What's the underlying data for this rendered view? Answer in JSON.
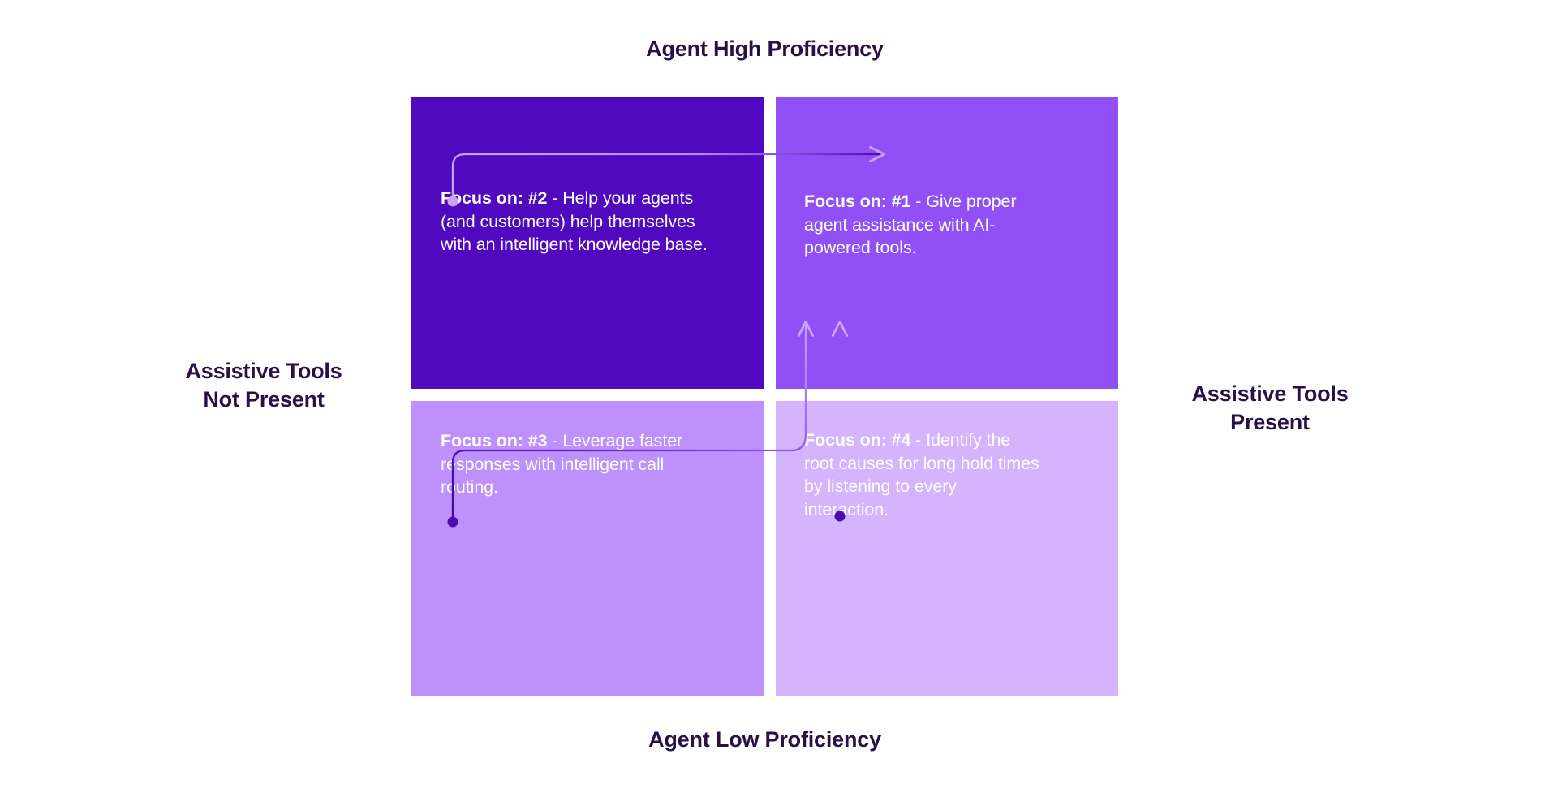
{
  "axes": {
    "top_label": "Agent High Proficiency",
    "bottom_label": "Agent Low Proficiency",
    "left_label": "Assistive Tools\nNot Present",
    "right_label": "Assistive Tools\nPresent"
  },
  "colors": {
    "quadrant_top_left": "#5009BF",
    "quadrant_top_right": "#9050F5",
    "quadrant_bottom_left": "#BE90FB",
    "quadrant_bottom_right": "#D3B4FD",
    "label_text": "#2A1046",
    "quadrant_text": "#FFFFFF",
    "background": "#FFFFFF",
    "arrow_light": "#C9A4FC",
    "arrow_dark": "#4B0BAE"
  },
  "chart_data": {
    "type": "table",
    "title": "Agent Proficiency vs. Assistive Tools Quadrant Matrix",
    "xlabel": "Agent Proficiency",
    "ylabel": "Assistive Tools",
    "x_axis_low": "Agent Low Proficiency",
    "x_axis_high": "Agent High Proficiency",
    "y_axis_low": "Assistive Tools Not Present",
    "y_axis_high": "Assistive Tools Present",
    "legend": [],
    "grid": false,
    "quadrants": [
      {
        "position": "top-left",
        "x": "high-proficiency",
        "y": "tools-not-present",
        "priority": "#2",
        "lead": "Focus on: #2",
        "body": " - Help your agents (and customers) help themselves with an intelligent knowledge base.",
        "color": "#5009BF"
      },
      {
        "position": "top-right",
        "x": "high-proficiency",
        "y": "tools-present",
        "priority": "#1",
        "lead": "Focus on: #1",
        "body": " - Give proper agent assistance with AI-powered tools.",
        "color": "#9050F5"
      },
      {
        "position": "bottom-left",
        "x": "low-proficiency",
        "y": "tools-not-present",
        "priority": "#3",
        "lead": "Focus on: #3",
        "body": " - Leverage faster responses with intelligent call routing.",
        "color": "#BE90FB"
      },
      {
        "position": "bottom-right",
        "x": "low-proficiency",
        "y": "tools-present",
        "priority": "#4",
        "lead": "Focus on: #4",
        "body": " - Identify the root causes for long hold times by listening to every interaction.",
        "color": "#D3B4FD"
      }
    ],
    "arrows": [
      {
        "name": "tl-to-tr",
        "from": "top-left",
        "to": "top-right",
        "style": "elbow-right"
      },
      {
        "name": "bl-to-tr",
        "from": "bottom-left",
        "to": "top-right",
        "style": "elbow-up"
      },
      {
        "name": "br-to-tr",
        "from": "bottom-right",
        "to": "top-right",
        "style": "straight-up"
      }
    ]
  }
}
